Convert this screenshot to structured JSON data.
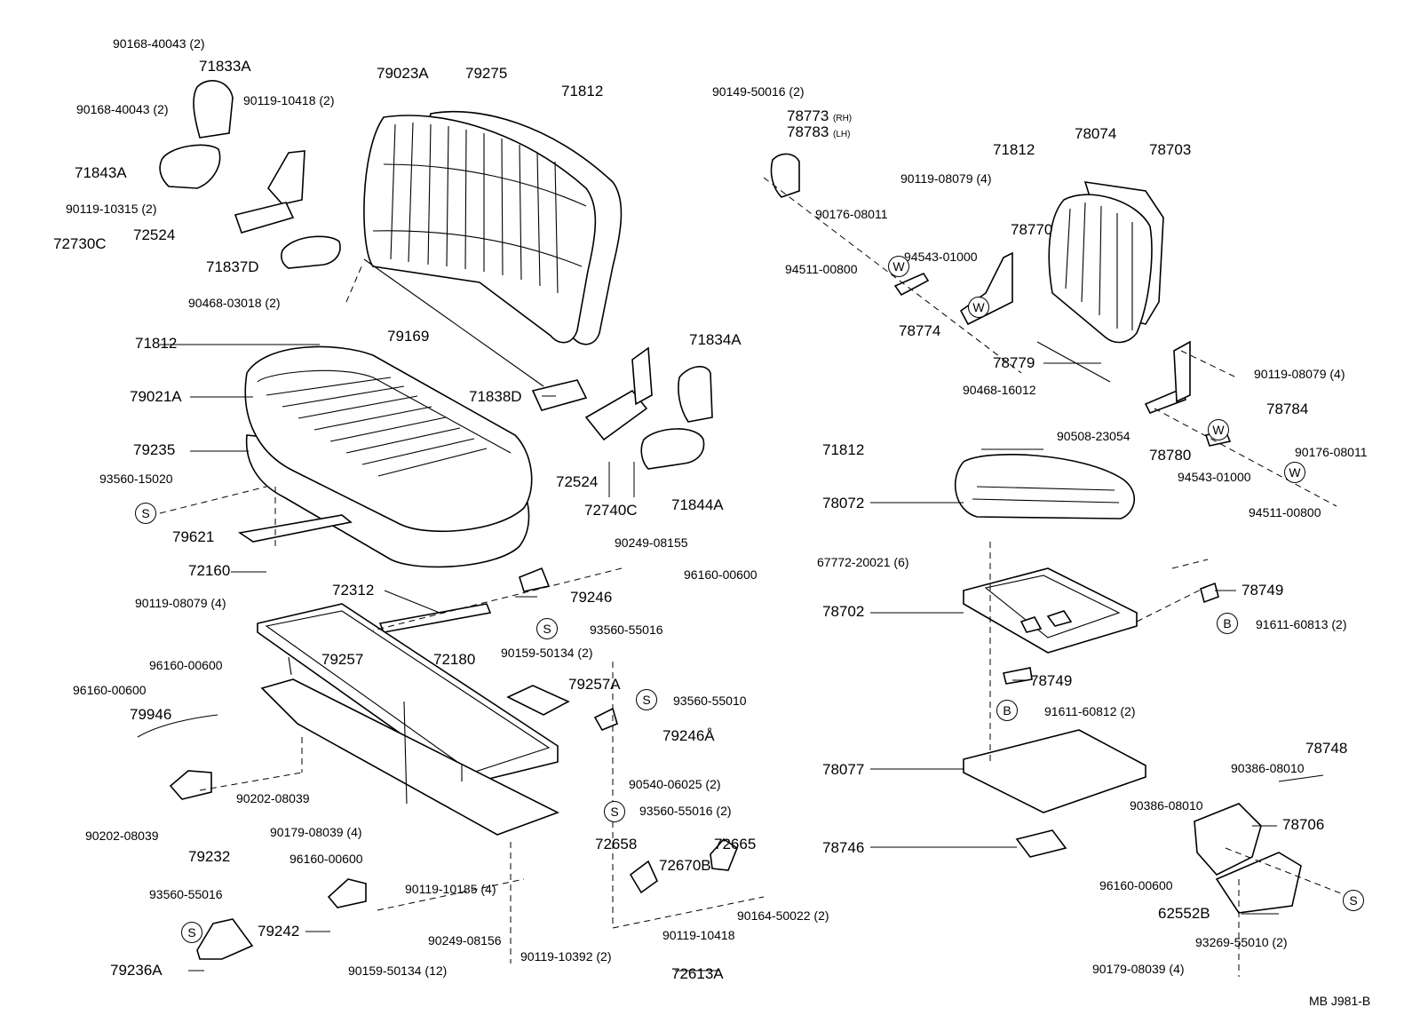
{
  "footer": {
    "code": "MB   J981-B"
  },
  "symbols": {
    "S": "S",
    "W": "W",
    "B": "B"
  },
  "labels": {
    "p90168_40043_top": "90168-40043 (2)",
    "p71833A": "71833A",
    "p90168_40043_mid": "90168-40043 (2)",
    "p90119_10418_top": "90119-10418 (2)",
    "p71843A": "71843A",
    "p90119_10315": "90119-10315 (2)",
    "p72730C": "72730C",
    "p72524_top": "72524",
    "p71837D": "71837D",
    "p90468_03018": "90468-03018 (2)",
    "p79023A": "79023A",
    "p79275": "79275",
    "p71812_top": "71812",
    "p79169": "79169",
    "p71812_left": "71812",
    "p79021A": "79021A",
    "p79235": "79235",
    "p93560_15020": "93560-15020",
    "p79621": "79621",
    "p72160": "72160",
    "p90119_08079_left": "90119-08079 (4)",
    "p72312": "72312",
    "p71838D": "71838D",
    "p71834A": "71834A",
    "p72524_mid": "72524",
    "p72740C": "72740C",
    "p71844A": "71844A",
    "p90249_08155": "90249-08155",
    "p96160_00600_mid": "96160-00600",
    "p79246": "79246",
    "p93560_55016_mid": "93560-55016",
    "p72180": "72180",
    "p90159_50134_mid": "90159-50134 (2)",
    "p79257": "79257",
    "p79257A": "79257A",
    "p93560_55010": "93560-55010",
    "p79246A": "79246Å",
    "p96160_00600_a": "96160-00600",
    "p96160_00600_b": "96160-00600",
    "p79946": "79946",
    "p90202_08039_r": "90202-08039",
    "p90202_08039_l": "90202-08039",
    "p79232": "79232",
    "p90179_08039_mid": "90179-08039 (4)",
    "p90540_06025": "90540-06025 (2)",
    "p93560_55016_2": "93560-55016 (2)",
    "p96160_00600_low": "96160-00600",
    "p90119_10185": "90119-10185 (4)",
    "p93560_55016_low": "93560-55016",
    "p79242": "79242",
    "p90249_08156": "90249-08156",
    "p79236A": "79236A",
    "p90159_50134_12": "90159-50134 (12)",
    "p72658": "72658",
    "p72670B": "72670B",
    "p72665": "72665",
    "p90164_50022": "90164-50022 (2)",
    "p90119_10418_low": "90119-10418",
    "p90119_10392": "90119-10392 (2)",
    "p72613A": "72613A",
    "p90149_50016": "90149-50016 (2)",
    "p78773": "78773",
    "p78773_side": "(RH)",
    "p78783": "78783",
    "p78783_side": "(LH)",
    "p71812_right_top": "71812",
    "p90119_08079_r4": "90119-08079 (4)",
    "p78074": "78074",
    "p78703": "78703",
    "p90176_08011_top": "90176-08011",
    "p78770": "78770",
    "p94543_01000_top": "94543-01000",
    "p94511_00800_top": "94511-00800",
    "p78774": "78774",
    "p78779": "78779",
    "p90119_08079_r": "90119-08079 (4)",
    "p90468_16012": "90468-16012",
    "p78784": "78784",
    "p90508_23054": "90508-23054",
    "p71812_right_mid": "71812",
    "p78780": "78780",
    "p90176_08011_r": "90176-08011",
    "p94543_01000_r": "94543-01000",
    "p78072": "78072",
    "p94511_00800_r": "94511-00800",
    "p67772_20021": "67772-20021 (6)",
    "p78749_top": "78749",
    "p78702": "78702",
    "p91611_60813": "91611-60813 (2)",
    "p78749_mid": "78749",
    "p91611_60812": "91611-60812 (2)",
    "p78748": "78748",
    "p78077": "78077",
    "p90386_08010_a": "90386-08010",
    "p90386_08010_b": "90386-08010",
    "p78706": "78706",
    "p78746": "78746",
    "p96160_00600_r": "96160-00600",
    "p62552B": "62552B",
    "p93269_55010": "93269-55010 (2)",
    "p90179_08039_r": "90179-08039 (4)"
  }
}
